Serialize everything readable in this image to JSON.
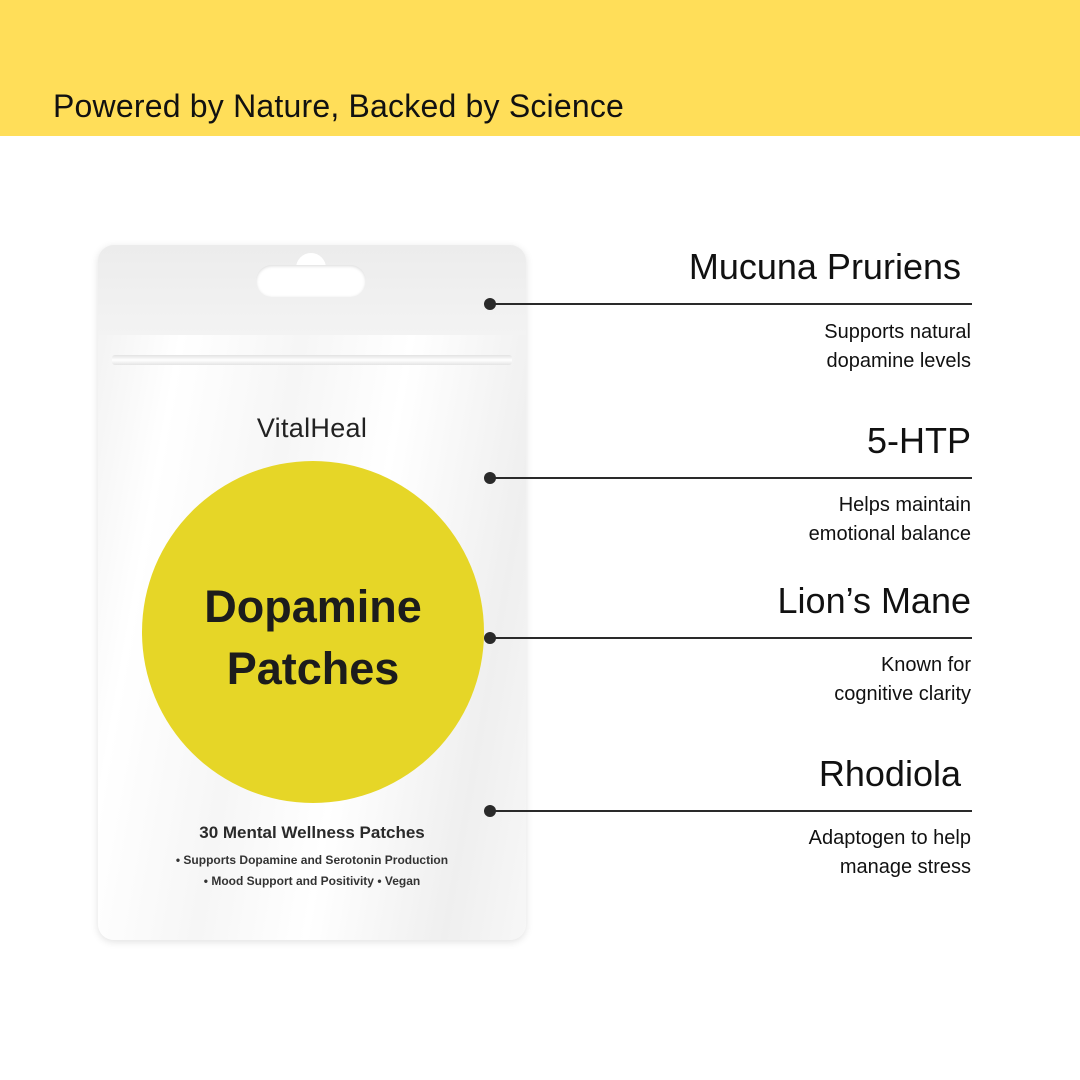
{
  "header": {
    "tagline": "Powered by Nature, Backed by Science"
  },
  "product": {
    "brand": "VitalHeal",
    "title_line1": "Dopamine",
    "title_line2": "Patches",
    "count": "30 Mental Wellness Patches",
    "bullets_line1": "• Supports Dopamine and Serotonin Production",
    "bullets_line2": "• Mood Support and Positivity • Vegan"
  },
  "ingredients": [
    {
      "name": "Mucuna Pruriens",
      "desc_line1": "Supports natural",
      "desc_line2": "dopamine levels"
    },
    {
      "name": "5-HTP",
      "desc_line1": "Helps maintain",
      "desc_line2": "emotional balance"
    },
    {
      "name": "Lion’s Mane",
      "desc_line1": "Known for",
      "desc_line2": "cognitive clarity"
    },
    {
      "name": "Rhodiola",
      "desc_line1": "Adaptogen to help",
      "desc_line2": "manage stress"
    }
  ],
  "colors": {
    "banner": "#ffde59",
    "label_circle": "#e6d627",
    "line": "#2a2a2a"
  }
}
